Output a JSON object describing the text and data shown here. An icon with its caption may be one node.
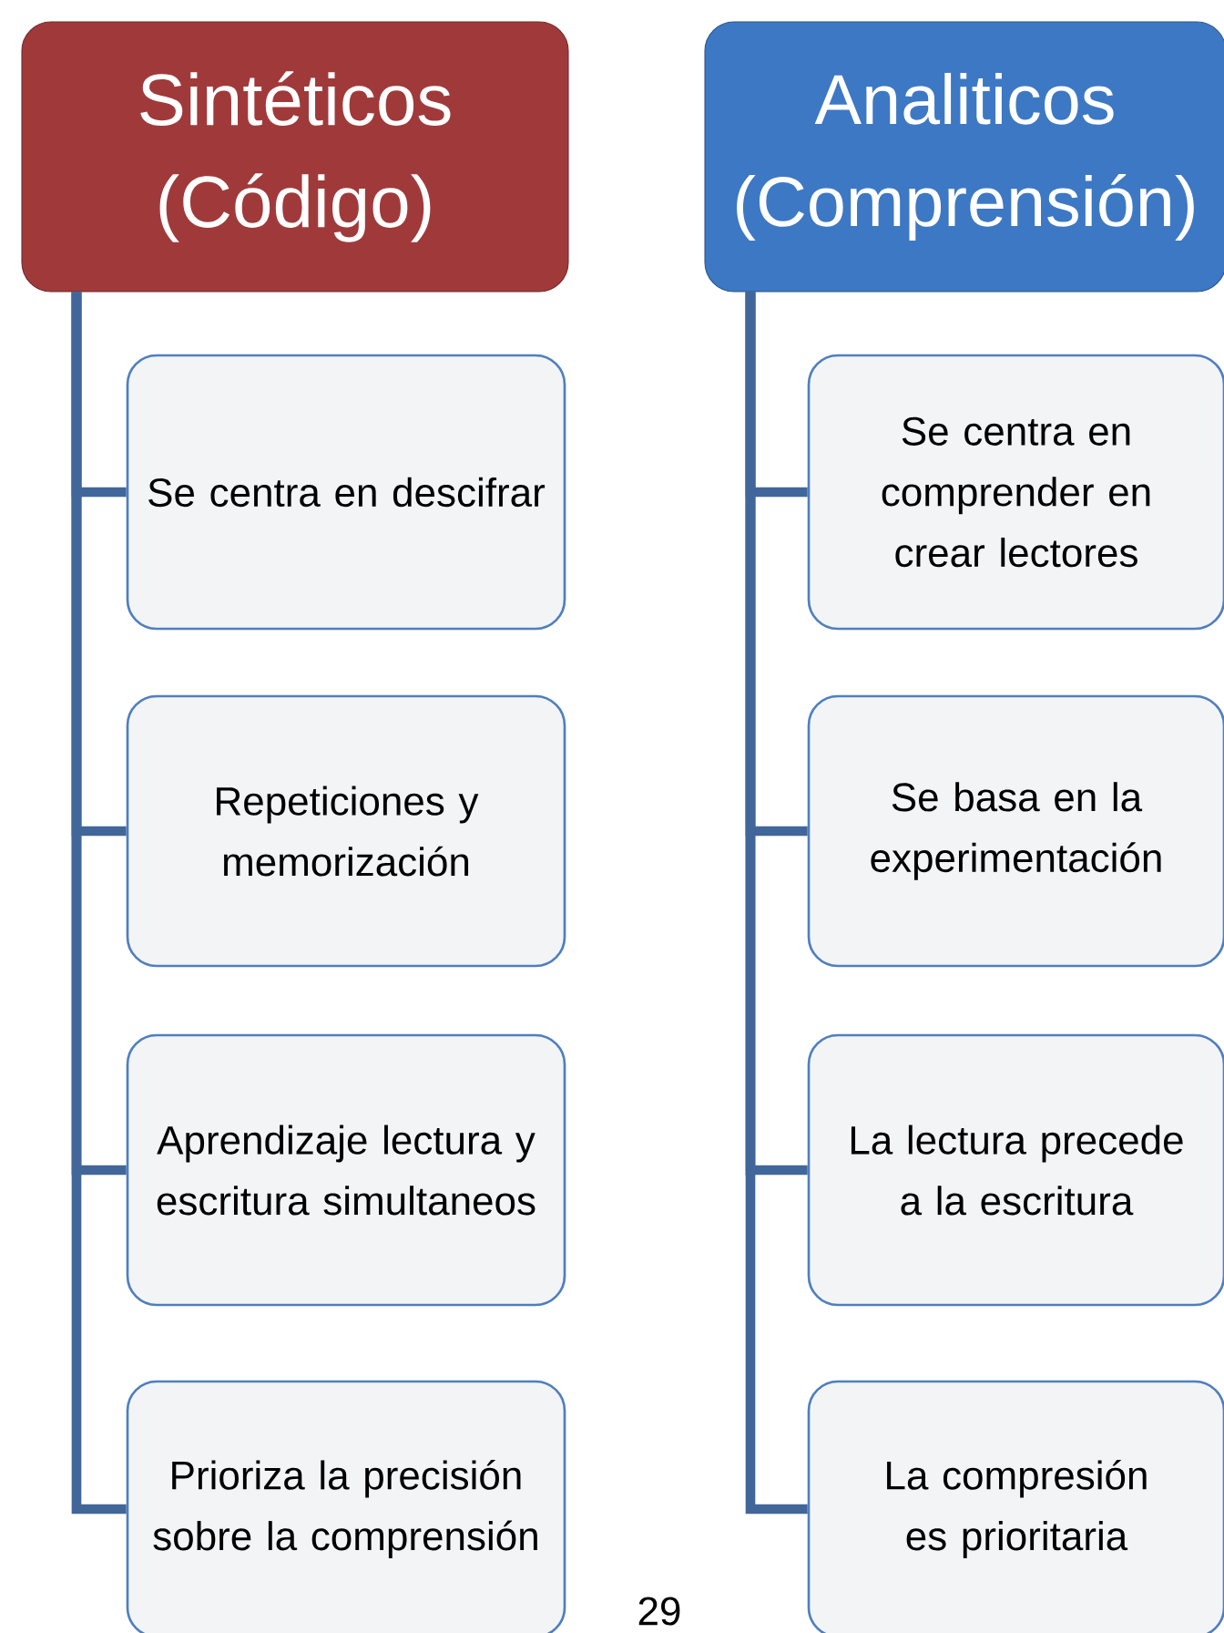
{
  "diagram": {
    "nodes": [
      {
        "text": [
          "Sintéticos (Código)"
        ]
      },
      {
        "text": [
          "Analiticos (Comprensión)"
        ]
      },
      {
        "text": [
          "Se centra en descifrar"
        ]
      },
      {
        "text": [
          "Repeticiones y memorización"
        ]
      },
      {
        "text": [
          "Aprendizaje lectura y escritura simultaneos"
        ]
      },
      {
        "text": [
          "Prioriza la precisión sobre la comprensión"
        ]
      },
      {
        "text": [
          "Se centra en comprender en crear lectores"
        ]
      },
      {
        "text": [
          "Se basa en la experimentación"
        ]
      },
      {
        "text": [
          "La lectura precede a la escritura"
        ]
      },
      {
        "text": [
          "La compresión es prioritaria"
        ]
      }
    ],
    "edges": [
      {
        "from": 0,
        "to": 2,
        "arrow": "none"
      },
      {
        "from": 0,
        "to": 3,
        "arrow": "none"
      },
      {
        "from": 0,
        "to": 4,
        "arrow": "none"
      },
      {
        "from": 0,
        "to": 5,
        "arrow": "none"
      },
      {
        "from": 1,
        "to": 6,
        "arrow": "none"
      },
      {
        "from": 1,
        "to": 7,
        "arrow": "none"
      },
      {
        "from": 1,
        "to": 8,
        "arrow": "none"
      },
      {
        "from": 1,
        "to": 9,
        "arrow": "none"
      }
    ],
    "labels": [
      "29"
    ]
  }
}
